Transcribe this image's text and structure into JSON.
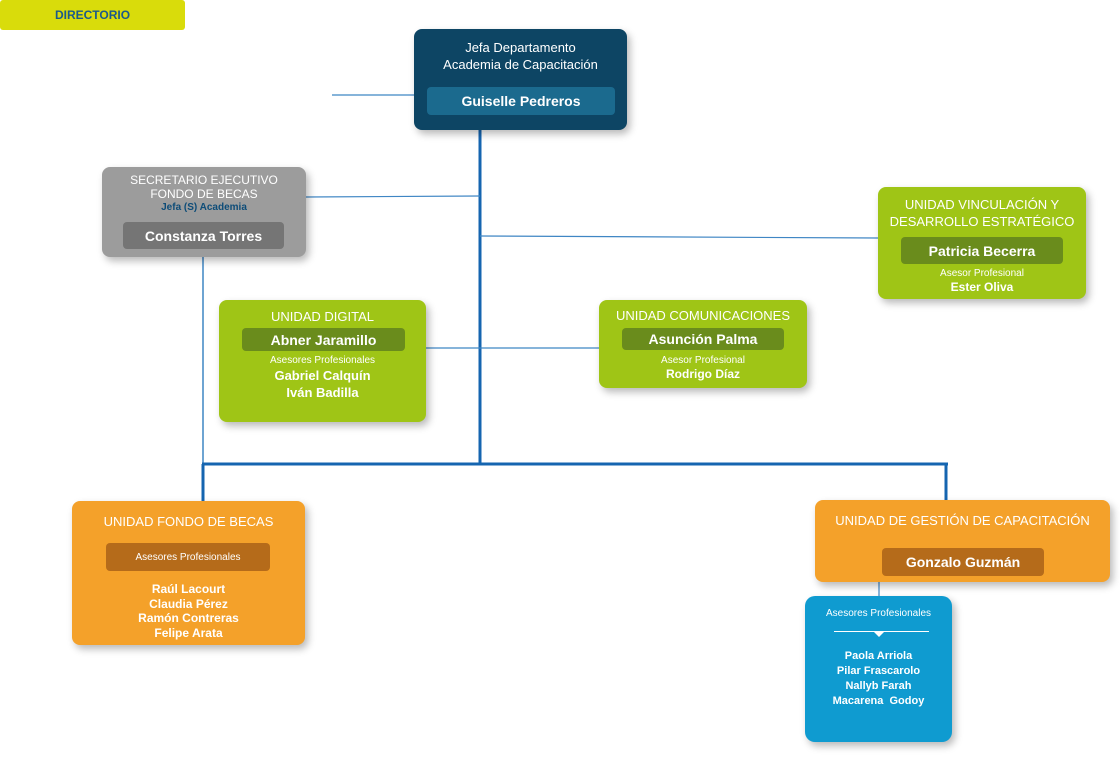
{
  "jefa": {
    "title_line1": "Jefa Departamento",
    "title_line2": "Academia de Capacitación",
    "name": "Guiselle Pedreros"
  },
  "directorio": {
    "label": "DIRECTORIO"
  },
  "secretario": {
    "title_line1": "SECRETARIO EJECUTIVO",
    "title_line2": "FONDO DE BECAS",
    "subtitle": "Jefa (S) Academia",
    "name": "Constanza Torres"
  },
  "vinculacion": {
    "title_line1": "UNIDAD VINCULACIÓN  Y",
    "title_line2": "DESARROLLO ESTRATÉGICO",
    "name": "Patricia Becerra",
    "advisor_label": "Asesor Profesional",
    "advisor_name": "Ester Oliva"
  },
  "digital": {
    "title": "UNIDAD DIGITAL",
    "name": "Abner Jaramillo",
    "advisor_label": "Asesores Profesionales",
    "advisors": [
      "Gabriel Calquín",
      "Iván Badilla"
    ]
  },
  "comunicaciones": {
    "title": "UNIDAD COMUNICACIONES",
    "name": "Asunción Palma",
    "advisor_label": "Asesor Profesional",
    "advisor_name": "Rodrigo Díaz"
  },
  "fondo": {
    "title": "UNIDAD FONDO DE BECAS",
    "advisor_label": "Asesores Profesionales",
    "advisors": [
      "Raúl Lacourt",
      "Claudia Pérez",
      "Ramón Contreras",
      "Felipe Arata"
    ]
  },
  "gestion": {
    "title": "UNIDAD DE GESTIÓN DE CAPACITACIÓN",
    "name": "Gonzalo Guzmán"
  },
  "asesores_gestion": {
    "label": "Asesores Profesionales",
    "advisors": [
      "Paola Arriola",
      "Pilar Frascarolo",
      "Nallyb Farah",
      "Macarena  Godoy"
    ]
  },
  "colors": {
    "navy": "#0d4564",
    "yellow": "#d9dc0b",
    "gray": "#9c9c9c",
    "green": "#9fc516",
    "orange": "#f4a12a",
    "blue": "#0f9bd0",
    "connector": "#1565b0"
  }
}
